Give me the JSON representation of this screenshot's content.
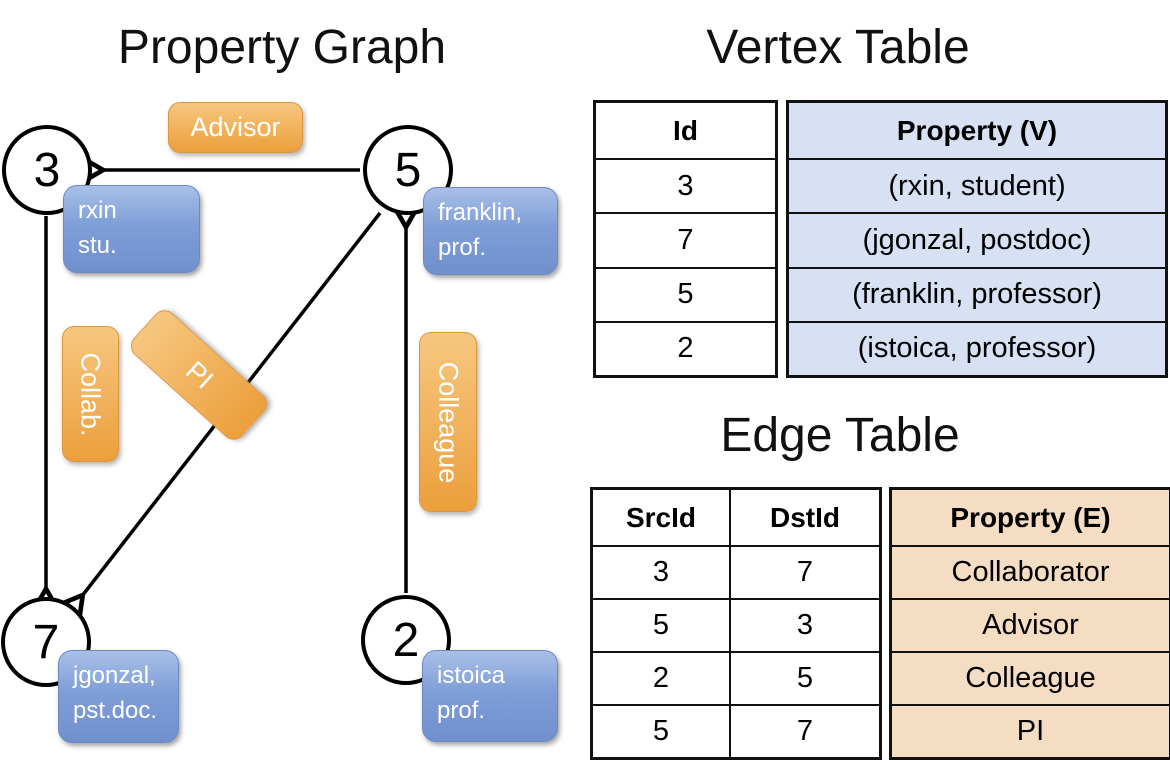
{
  "graph": {
    "title": "Property Graph",
    "nodes": [
      {
        "id": "3",
        "property": {
          "line1": "rxin",
          "line2": "stu."
        }
      },
      {
        "id": "5",
        "property": {
          "line1": "franklin,",
          "line2": "prof."
        }
      },
      {
        "id": "7",
        "property": {
          "line1": "jgonzal,",
          "line2": "pst.doc."
        }
      },
      {
        "id": "2",
        "property": {
          "line1": "istoica",
          "line2": "prof."
        }
      }
    ],
    "edge_labels": {
      "advisor": "Advisor",
      "collab": "Collab.",
      "pi": "PI",
      "colleague": "Colleague"
    }
  },
  "vertex_table": {
    "title": "Vertex Table",
    "columns": {
      "id": "Id",
      "property": "Property (V)"
    },
    "rows": [
      {
        "id": "3",
        "property": "(rxin, student)"
      },
      {
        "id": "7",
        "property": "(jgonzal, postdoc)"
      },
      {
        "id": "5",
        "property": "(franklin, professor)"
      },
      {
        "id": "2",
        "property": "(istoica, professor)"
      }
    ]
  },
  "edge_table": {
    "title": "Edge Table",
    "columns": {
      "src": "SrcId",
      "dst": "DstId",
      "property": "Property (E)"
    },
    "rows": [
      {
        "src": "3",
        "dst": "7",
        "property": "Collaborator"
      },
      {
        "src": "5",
        "dst": "3",
        "property": "Advisor"
      },
      {
        "src": "2",
        "dst": "5",
        "property": "Colleague"
      },
      {
        "src": "5",
        "dst": "7",
        "property": "PI"
      }
    ]
  },
  "colors": {
    "edge_label_orange": "#eda43f",
    "vertex_box_blue": "#7b9bd6",
    "vertex_table_fill": "#d7e1f3",
    "edge_table_fill": "#f4ddc2",
    "line_black": "#000000"
  }
}
